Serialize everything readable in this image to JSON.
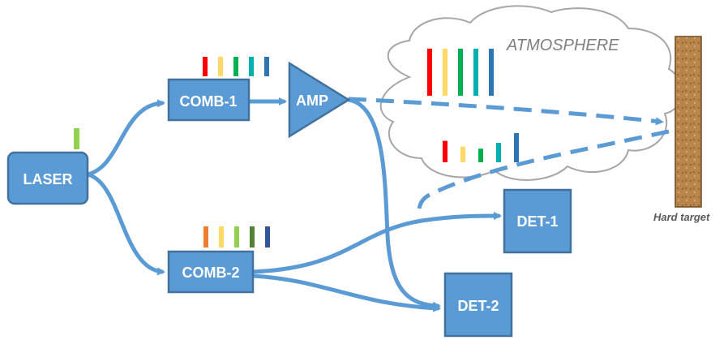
{
  "colors": {
    "box_fill": "#5b9bd5",
    "box_stroke": "#41719c",
    "path": "#5b9bd5",
    "cloud_stroke": "#a6a6a6",
    "atmosphere_text": "#7f7f7f",
    "target_fill": "#b8864b",
    "target_stroke": "#6e4a22",
    "hard_target_text": "#595959"
  },
  "laser": {
    "label": "LASER",
    "line_color": "#92d050"
  },
  "comb1": {
    "label": "COMB-1",
    "lines": [
      "#ff0000",
      "#ffd966",
      "#00b050",
      "#00b0b0",
      "#2e75b6"
    ]
  },
  "comb2": {
    "label": "COMB-2",
    "lines": [
      "#ed7d31",
      "#ffd966",
      "#92d050",
      "#548235",
      "#2f5597"
    ]
  },
  "amp": {
    "label": "AMP"
  },
  "det1": {
    "label": "DET-1"
  },
  "det2": {
    "label": "DET-2"
  },
  "atmosphere": {
    "label": "ATMOSPHERE",
    "incident_lines": [
      "#ff0000",
      "#ffd966",
      "#00b050",
      "#00b0b0",
      "#2e75b6"
    ],
    "returned_lines": [
      "#ff0000",
      "#ffd966",
      "#00b050",
      "#00b0b0",
      "#2e75b6"
    ],
    "returned_relative_heights": [
      0.55,
      0.4,
      0.35,
      0.5,
      0.75
    ]
  },
  "target": {
    "label": "Hard target"
  }
}
